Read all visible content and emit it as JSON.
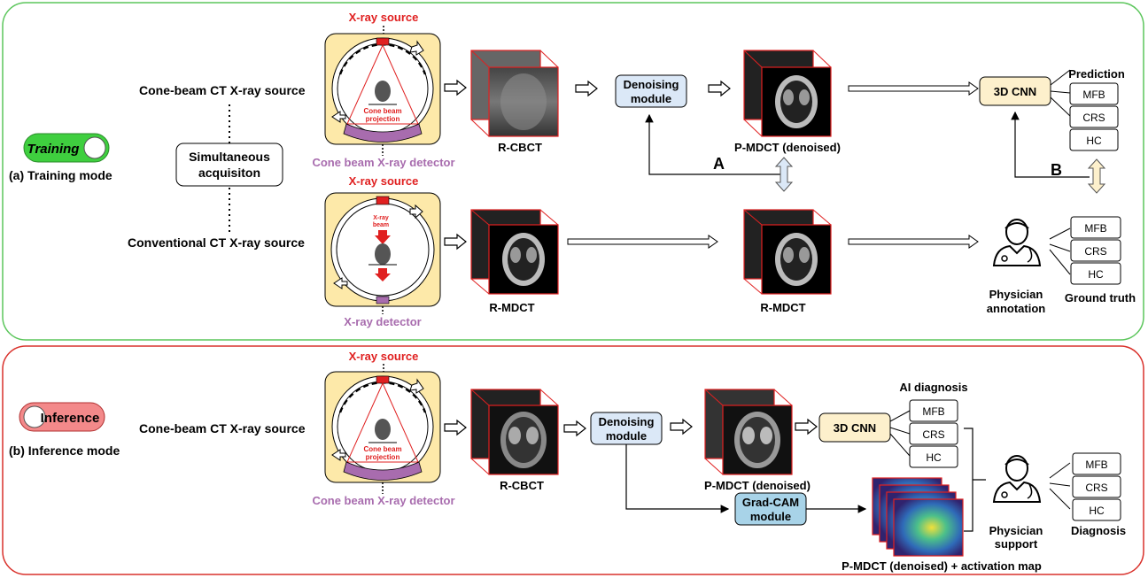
{
  "training": {
    "toggle_label": "Training",
    "mode_label": "(a) Training mode",
    "cbct_source_label": "Cone-beam CT X-ray source",
    "conv_source_label": "Conventional CT X-ray source",
    "simultaneous_line1": "Simultaneous",
    "simultaneous_line2": "acquisiton",
    "xray_source_top": "X-ray source",
    "xray_source_mid": "X-ray source",
    "cone_projection_line1": "Cone beam",
    "cone_projection_line2": "projection",
    "cone_detector_label": "Cone beam X-ray detector",
    "xray_beam_line1": "X-ray",
    "xray_beam_line2": "beam",
    "xray_detector_label": "X-ray detector",
    "rcbct_label": "R-CBCT",
    "denoise_line1": "Denoising",
    "denoise_line2": "module",
    "pmdct_label": "P-MDCT (denoised)",
    "rmdct_label1": "R-MDCT",
    "rmdct_label2": "R-MDCT",
    "cnn_label": "3D CNN",
    "prediction_label": "Prediction",
    "classes": [
      "MFB",
      "CRS",
      "HC"
    ],
    "gt_classes": [
      "MFB",
      "CRS",
      "HC"
    ],
    "letter_a": "A",
    "letter_b": "B",
    "physician_line1": "Physician",
    "physician_line2": "annotation",
    "ground_truth_label": "Ground truth"
  },
  "inference": {
    "toggle_label": "Inference",
    "mode_label": "(b) Inference mode",
    "cbct_source_label": "Cone-beam CT X-ray source",
    "xray_source_label": "X-ray source",
    "cone_projection_line1": "Cone beam",
    "cone_projection_line2": "projection",
    "cone_detector_label": "Cone beam X-ray detector",
    "rcbct_label": "R-CBCT",
    "denoise_line1": "Denoising",
    "denoise_line2": "module",
    "pmdct_label": "P-MDCT (denoised)",
    "cnn_label": "3D CNN",
    "ai_diagnosis_label": "AI diagnosis",
    "classes": [
      "MFB",
      "CRS",
      "HC"
    ],
    "gradcam_line1": "Grad-CAM",
    "gradcam_line2": "module",
    "activation_label": "P-MDCT (denoised) + activation map",
    "physician_line1": "Physician",
    "physician_line2": "support",
    "diagnosis_label": "Diagnosis",
    "diag_classes": [
      "MFB",
      "CRS",
      "HC"
    ]
  },
  "colors": {
    "training_border": "#5cc65c",
    "inference_border": "#d9312b",
    "scanner_fill": "#fde9a9",
    "detector": "#a86cae",
    "red": "#e02020",
    "denoise_fill": "#dbe8f7",
    "cnn_fill": "#fdf0cc"
  }
}
